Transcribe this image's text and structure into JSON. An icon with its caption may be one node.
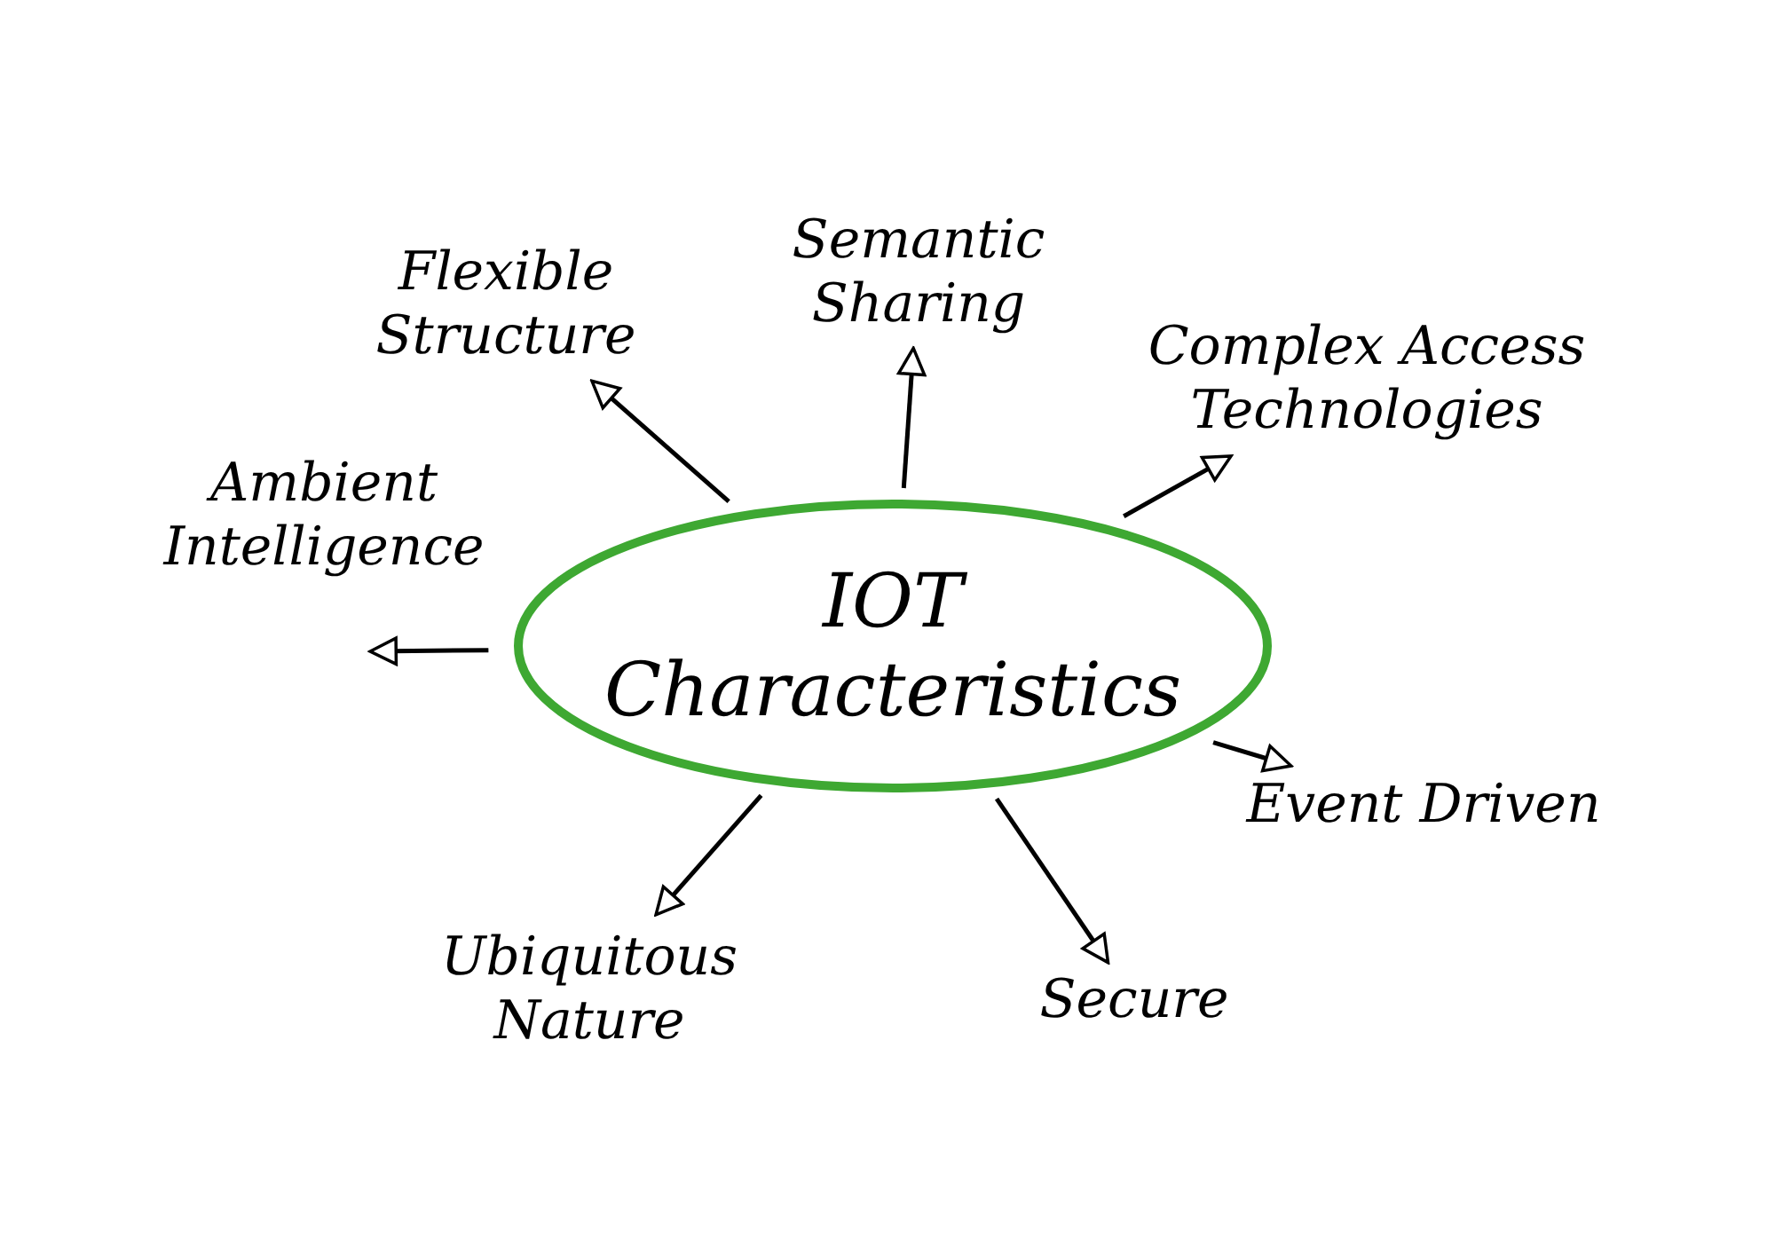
{
  "diagram": {
    "nodes": [
      {
        "text": [
          "Semantic Sharing"
        ]
      },
      {
        "text": [
          "Flexible Structure"
        ]
      },
      {
        "text": [
          "Complex Access Technologies"
        ]
      },
      {
        "text": [
          "Ambient Intelligence"
        ]
      },
      {
        "text": [
          "IOT Characteristics"
        ]
      },
      {
        "text": [
          "Event Driven"
        ]
      },
      {
        "text": [
          "Ubiquitous Nature"
        ]
      },
      {
        "text": [
          "Secure"
        ]
      }
    ],
    "edges": [
      {
        "from": 4,
        "to": 0,
        "arrow": "to"
      },
      {
        "from": 4,
        "to": 1,
        "arrow": "to"
      },
      {
        "from": 4,
        "to": 2,
        "arrow": "to"
      },
      {
        "from": 4,
        "to": 3,
        "arrow": "to"
      },
      {
        "from": 4,
        "to": 5,
        "arrow": "to"
      },
      {
        "from": 4,
        "to": 6,
        "arrow": "to"
      },
      {
        "from": 4,
        "to": 7,
        "arrow": "to"
      }
    ]
  }
}
